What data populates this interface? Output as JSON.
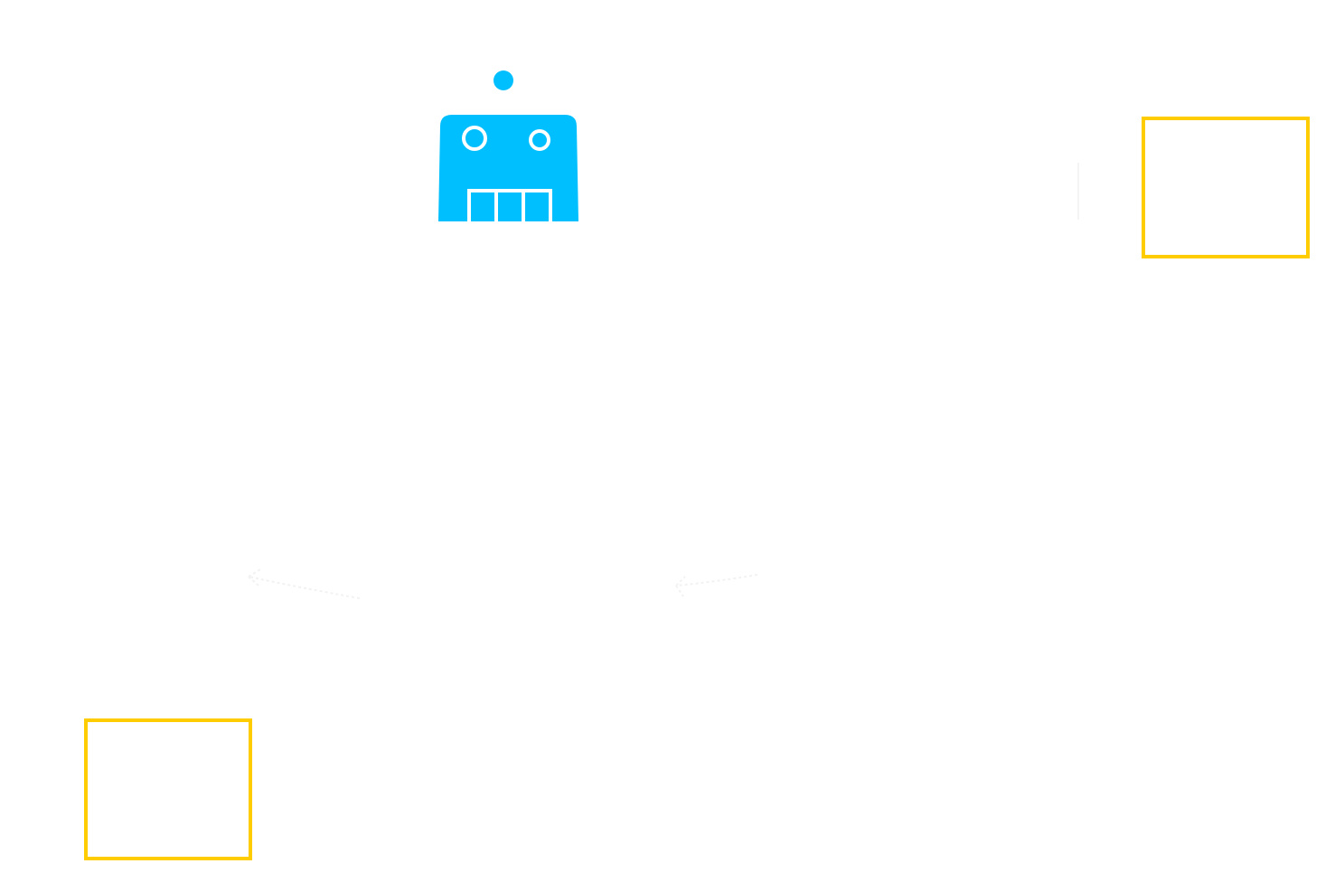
{
  "diagram": {
    "robot": {
      "icon": "robot-icon",
      "color": "#00bfff"
    },
    "boxes": [
      {
        "name": "top-right",
        "border_color": "#ffcc00"
      },
      {
        "name": "bottom-left",
        "border_color": "#ffcc00"
      }
    ],
    "arrows": [
      {
        "name": "arrow-to-left"
      },
      {
        "name": "arrow-to-center"
      }
    ]
  }
}
